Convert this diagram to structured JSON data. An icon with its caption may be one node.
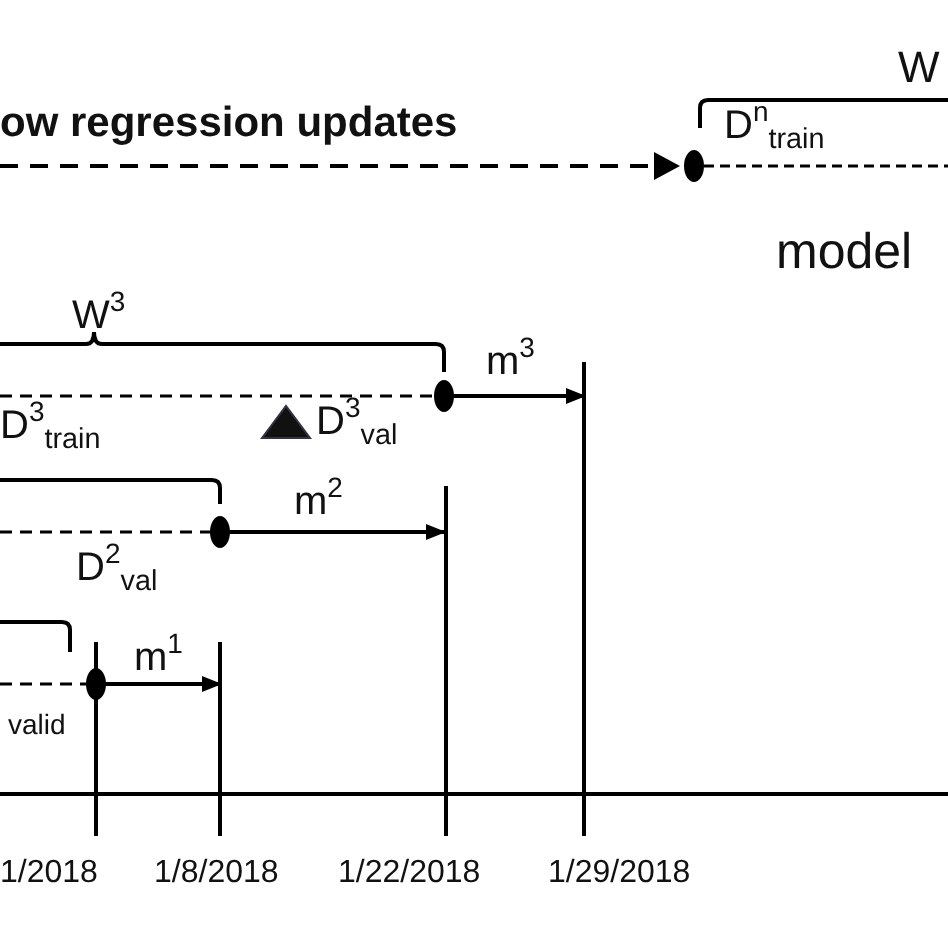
{
  "diagram": {
    "labels": [
      "W",
      "ow regression updates",
      "D$^{n}$$_{train}$",
      "model",
      "W$^{3}$",
      "D$^{3}$$_{train}$",
      "D$^{3}$$_{val}$",
      "m$^{3}$",
      "m$^{2}$",
      "D$^{2}$$_{val}$",
      "valid",
      "m$^{1}$",
      "1/2018",
      "1/8/2018",
      "1/22/2018",
      "1/29/2018"
    ]
  }
}
